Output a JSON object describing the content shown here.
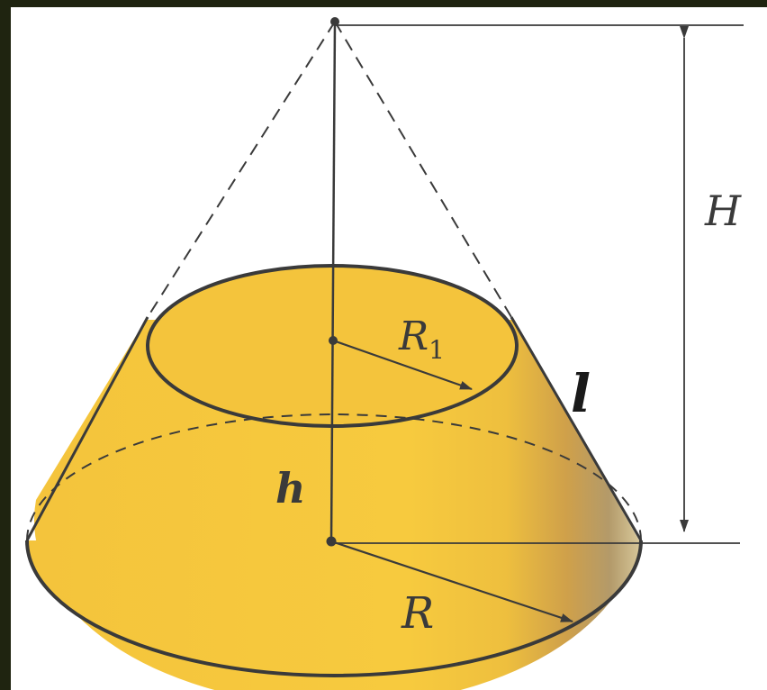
{
  "figure": {
    "type": "truncated-cone",
    "labels": {
      "H": "H",
      "R1_main": "R",
      "R1_sub": "1",
      "l": "l",
      "h": "h",
      "R": "R"
    }
  },
  "colors": {
    "frame": "#1f2410",
    "paper": "#ffffff",
    "fill": "#f5c53a",
    "fill_shade": "#c9a03a",
    "line": "#3a3a3a",
    "label": "#3a3a3a"
  }
}
